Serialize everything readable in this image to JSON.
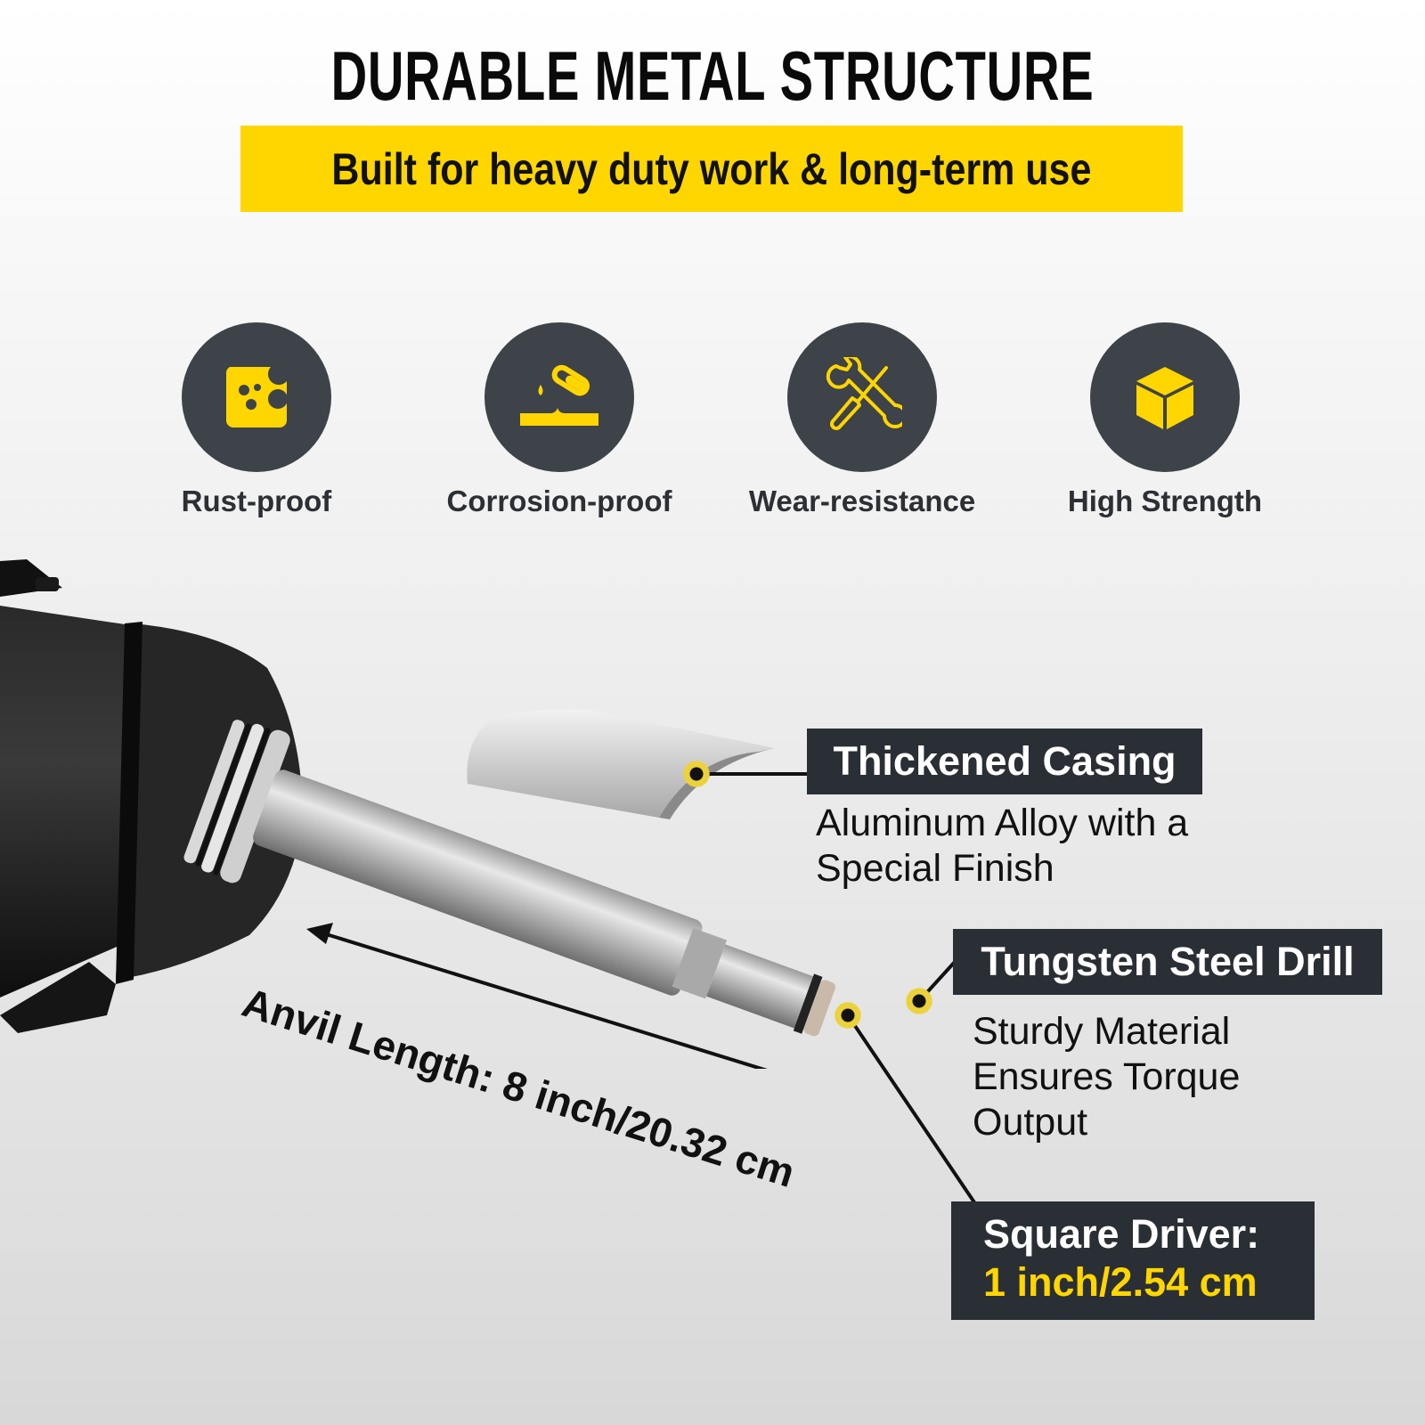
{
  "header": {
    "title": "DURABLE METAL STRUCTURE",
    "subtitle": "Built for heavy duty work & long-term use"
  },
  "features": [
    {
      "icon": "rust-proof-icon",
      "label": "Rust-proof"
    },
    {
      "icon": "corrosion-proof-icon",
      "label": "Corrosion-proof"
    },
    {
      "icon": "wear-resistance-icon",
      "label": "Wear-resistance"
    },
    {
      "icon": "high-strength-icon",
      "label": "High Strength"
    }
  ],
  "callouts": {
    "casing": {
      "title": "Thickened Casing",
      "desc_line1": "Aluminum Alloy with a",
      "desc_line2": "Special Finish"
    },
    "drill": {
      "title": "Tungsten Steel Drill",
      "desc_line1": "Sturdy Material",
      "desc_line2": "Ensures Torque",
      "desc_line3": "Output"
    },
    "driver": {
      "title": "Square Driver:",
      "value": "1 inch/2.54 cm"
    },
    "anvil": {
      "label": "Anvil Length: 8 inch/20.32 cm"
    }
  },
  "colors": {
    "accent_yellow": "#ffd600",
    "icon_circle": "#3e4249",
    "tag_bg": "#2a2e35",
    "text_dark": "#111111"
  }
}
